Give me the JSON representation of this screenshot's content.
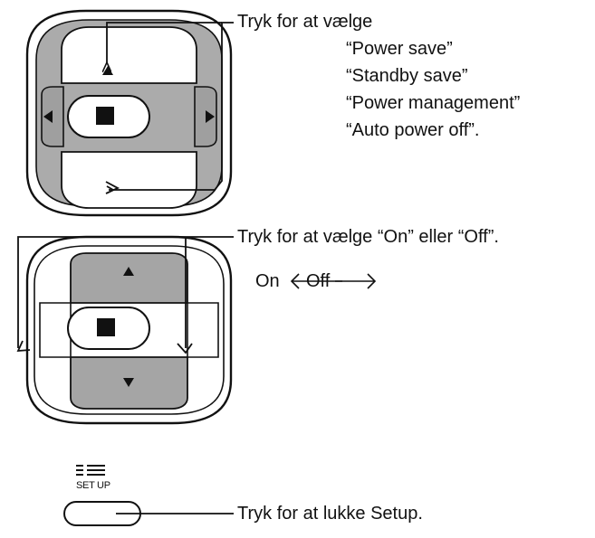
{
  "top_instruction": {
    "heading": "Tryk for at vælge",
    "options": [
      "“Power save”",
      "“Standby save”",
      "“Power management”",
      "“Auto power off”."
    ]
  },
  "middle_instruction": {
    "heading": "Tryk for at vælge “On” eller “Off”.",
    "toggle_on": "On",
    "toggle_off": "Off"
  },
  "setup": {
    "button_caption": "SET UP",
    "instruction": "Tryk for at lukke Setup."
  }
}
